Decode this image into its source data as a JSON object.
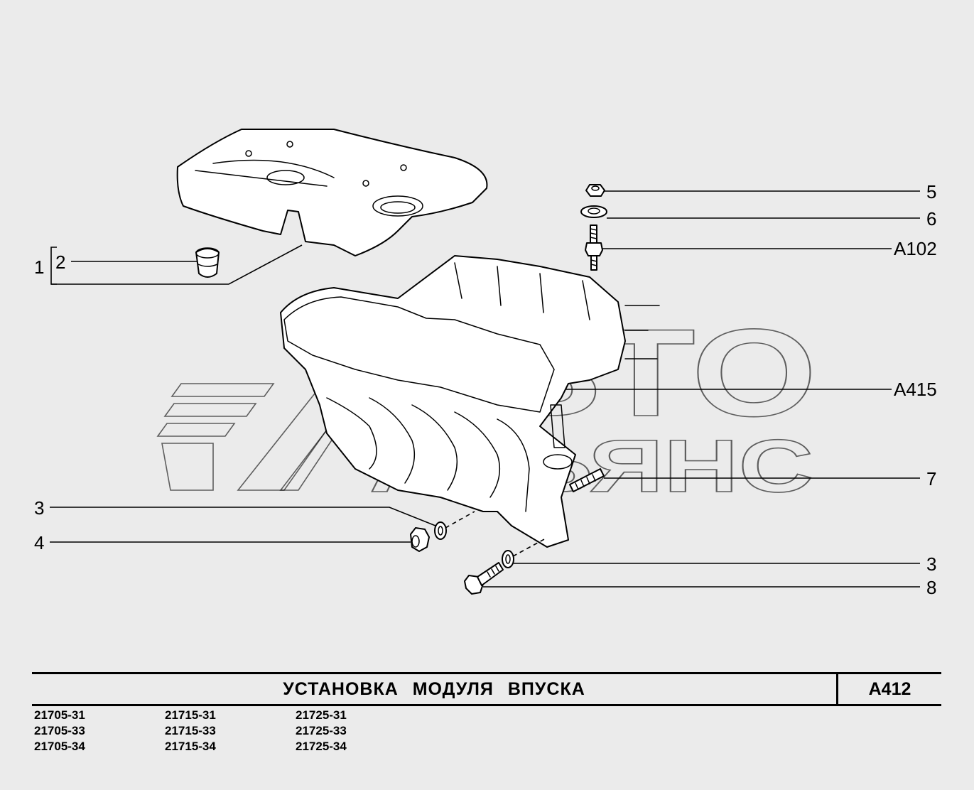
{
  "watermark": {
    "line1": "АВТО",
    "line2": "АЛЬЯНС"
  },
  "callouts": {
    "c1": "1",
    "c2": "2",
    "c3_left": "3",
    "c4": "4",
    "c5": "5",
    "c6": "6",
    "a102": "А102",
    "a415": "А415",
    "c7": "7",
    "c3_right": "3",
    "c8": "8"
  },
  "title": {
    "text": "УСТАНОВКА   МОДУЛЯ   ВПУСКА",
    "code": "А412"
  },
  "models": {
    "col1": [
      "21705-31",
      "21705-33",
      "21705-34"
    ],
    "col2": [
      "21715-31",
      "21715-33",
      "21715-34"
    ],
    "col3": [
      "21725-31",
      "21725-33",
      "21725-34"
    ]
  }
}
